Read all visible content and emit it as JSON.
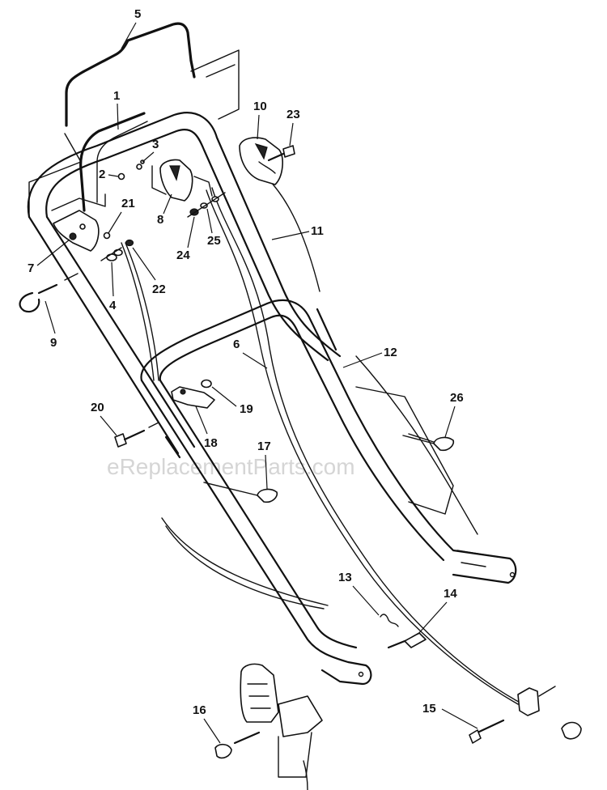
{
  "watermark": "eReplacementParts.com",
  "callouts": {
    "c1": "1",
    "c2": "2",
    "c3": "3",
    "c4": "4",
    "c5": "5",
    "c6": "6",
    "c7": "7",
    "c8": "8",
    "c9": "9",
    "c10": "10",
    "c11": "11",
    "c12": "12",
    "c13": "13",
    "c14": "14",
    "c15": "15",
    "c16": "16",
    "c17": "17",
    "c18": "18",
    "c19": "19",
    "c20": "20",
    "c21": "21",
    "c22": "22",
    "c23": "23",
    "c24": "24",
    "c25": "25",
    "c26": "26"
  }
}
